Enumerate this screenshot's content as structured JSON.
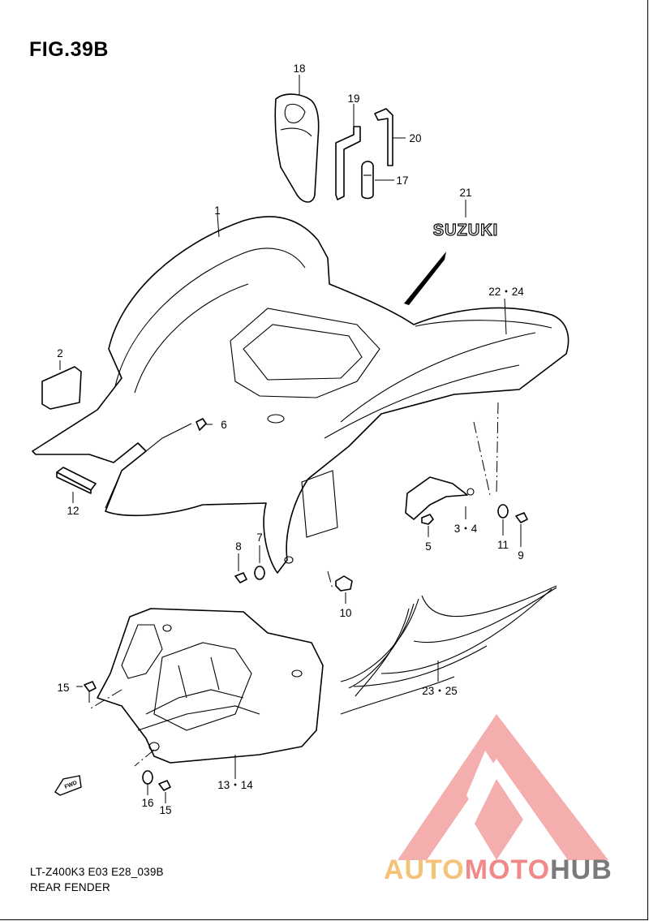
{
  "figure": {
    "title": "FIG.39B",
    "model_code": "LT-Z400K3 E03 E28_039B",
    "caption": "REAR FENDER"
  },
  "emblem_text": "SUZUKI",
  "fwd_label": "FWD",
  "watermark": {
    "word_a": "AUTO",
    "word_b": "MOTO",
    "word_c": "HUB",
    "color_a": "#f5c27a",
    "color_b": "#f08a8a",
    "color_c": "#7a7a7a",
    "logo_color": "#f4a6a6"
  },
  "callouts": {
    "c1": "1",
    "c2": "2",
    "c6": "6",
    "c12": "12",
    "c18": "18",
    "c19": "19",
    "c20": "20",
    "c17": "17",
    "c21": "21",
    "c22_24": "22・24",
    "c3_4": "3・4",
    "c5": "5",
    "c11": "11",
    "c9": "9",
    "c8": "8",
    "c7": "7",
    "c10": "10",
    "c15a": "15",
    "c23_25": "23・25",
    "c13_14": "13・14",
    "c16": "16",
    "c15b": "15"
  }
}
